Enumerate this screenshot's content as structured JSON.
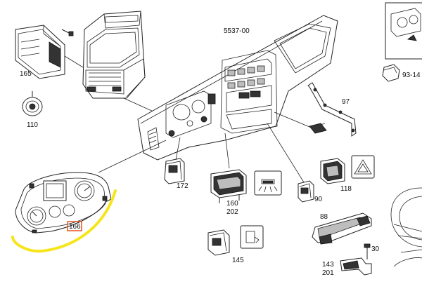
{
  "diagram": {
    "reference": "5537-00",
    "colors": {
      "highlight_curve": "#f6e51c",
      "label_box": "#e8511a"
    },
    "parts": [
      {
        "label": "165"
      },
      {
        "label": "110"
      },
      {
        "label": "172"
      },
      {
        "label": "160",
        "label2": "202"
      },
      {
        "label": "90"
      },
      {
        "label": "118"
      },
      {
        "label": "97"
      },
      {
        "label": "88"
      },
      {
        "label": "30"
      },
      {
        "label": "143",
        "label2": "201"
      },
      {
        "label": "145"
      },
      {
        "label": "93-14"
      },
      {
        "label": "166"
      }
    ]
  }
}
